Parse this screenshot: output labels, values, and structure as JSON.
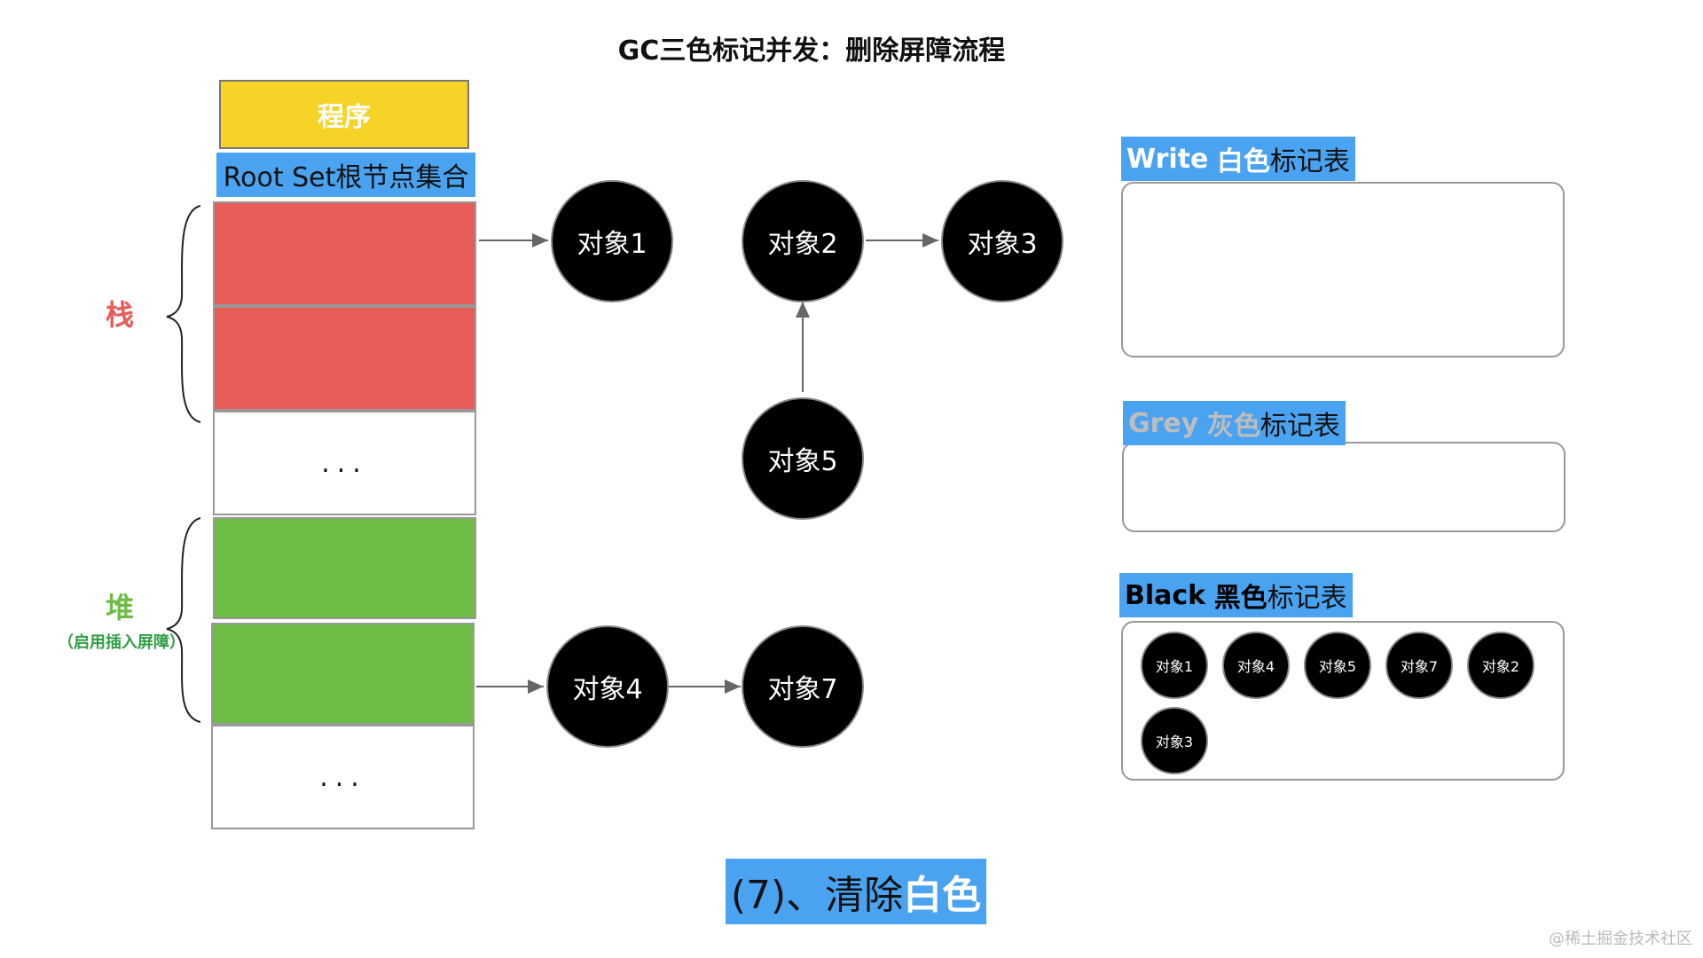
{
  "title": "GC三色标记并发：删除屏障流程",
  "program_label": "程序",
  "root_set_label": "Root Set根节点集合",
  "stack_label": "栈",
  "heap_label": "堆",
  "heap_sublabel": "（启用插入屏障）",
  "ellipsis": "...",
  "nodes": {
    "obj1": "对象1",
    "obj2": "对象2",
    "obj3": "对象3",
    "obj4": "对象4",
    "obj5": "对象5",
    "obj7": "对象7"
  },
  "tables": {
    "white": {
      "name": "Write",
      "color_word": "白色",
      "suffix": "标记表",
      "items": []
    },
    "grey": {
      "name": "Grey",
      "color_word": "灰色",
      "suffix": "标记表",
      "items": []
    },
    "black": {
      "name": "Black",
      "color_word": "黑色",
      "suffix": "标记表",
      "items": [
        "对象1",
        "对象4",
        "对象5",
        "对象7",
        "对象2",
        "对象3"
      ]
    }
  },
  "step": {
    "prefix": "(7)、清除",
    "highlight": "白色"
  },
  "watermark": "@稀土掘金技术社区",
  "colors": {
    "label_bg": "#4aa3f0",
    "program": "#f5d327",
    "stack": "#e85c58",
    "heap": "#6dbd45",
    "node": "#000000"
  }
}
